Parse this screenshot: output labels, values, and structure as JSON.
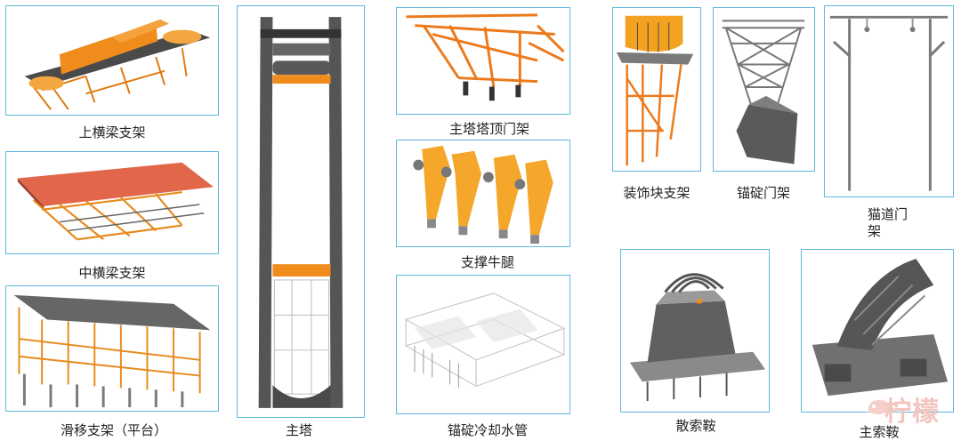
{
  "items": {
    "upper_crossbeam_support": "上横梁支架",
    "middle_crossbeam_support": "中横梁支架",
    "sliding_support": "滑移支架（平台）",
    "main_tower": "主塔",
    "tower_top_gantry": "主塔塔顶门架",
    "support_bracket": "支撑牛腿",
    "anchorage_cooling_pipe": "锚碇冷却水管",
    "decorative_block_support": "装饰块支架",
    "anchorage_gantry": "锚碇门架",
    "catwalk_gantry_line1": "猫道门",
    "catwalk_gantry_line2": "架",
    "splay_saddle": "散索鞍",
    "main_saddle": "主索鞍"
  },
  "watermark": "柠檬",
  "colors": {
    "frame": "#5fb9df",
    "steel_orange": "#e8821e",
    "concrete_gray": "#5a5a5a",
    "deck_red": "#e2674a"
  }
}
